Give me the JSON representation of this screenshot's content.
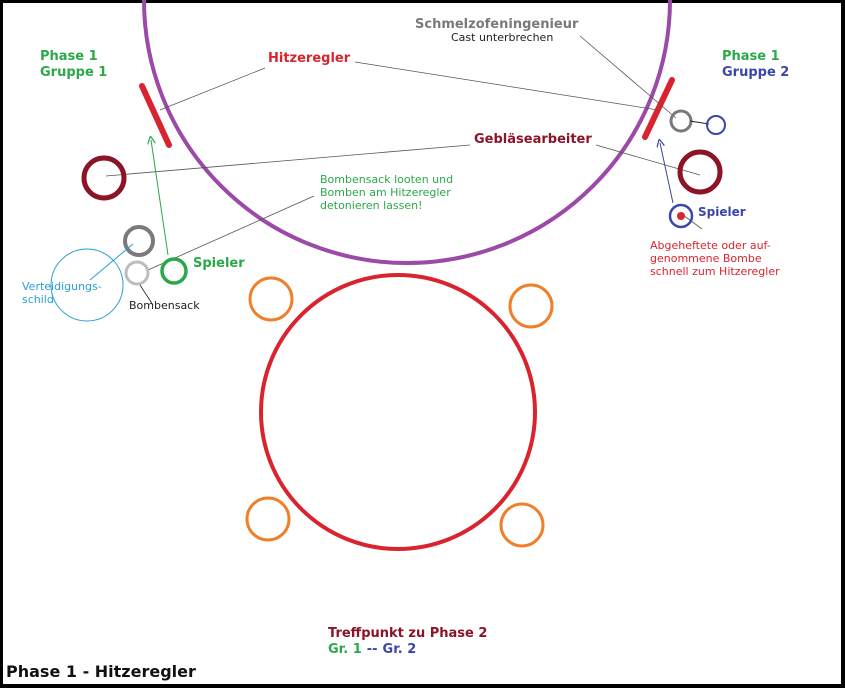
{
  "title": "Phase 1 - Hitzeregler",
  "colors": {
    "green": "#2aa84a",
    "blue": "#3b46a8",
    "red": "#d9242f",
    "darkred": "#8b1426",
    "purple": "#9b4aa8",
    "orange": "#f07f2a",
    "gray": "#7a7a7a",
    "lightgray": "#bdbdbd",
    "cyan": "#2a9fd0"
  },
  "group1": {
    "phase": "Phase 1",
    "group": "Gruppe 1"
  },
  "group2": {
    "phase": "Phase 1",
    "group": "Gruppe 2"
  },
  "labels": {
    "hitzeregler": "Hitzeregler",
    "schmelzofen": "Schmelzofeningenieur",
    "cast": "Cast unterbrechen",
    "geblaese": "Gebläsearbeiter",
    "looten_1": "Bombensack looten und",
    "looten_2": "Bomben am Hitzeregler",
    "looten_3": "detonieren lassen!",
    "spieler_left": "Spieler",
    "spieler_right": "Spieler",
    "verteidigung_1": "Verteidigungs-",
    "verteidigung_2": "schild",
    "bombensack": "Bombensack",
    "bombe_1": "Abgeheftete oder auf-",
    "bombe_2": "genommene Bombe",
    "bombe_3": "schnell zum Hitzeregler",
    "treffpunkt": "Treffpunkt zu Phase 2",
    "gr1": "Gr. 1",
    "sep": "--",
    "gr2": "Gr. 2"
  }
}
